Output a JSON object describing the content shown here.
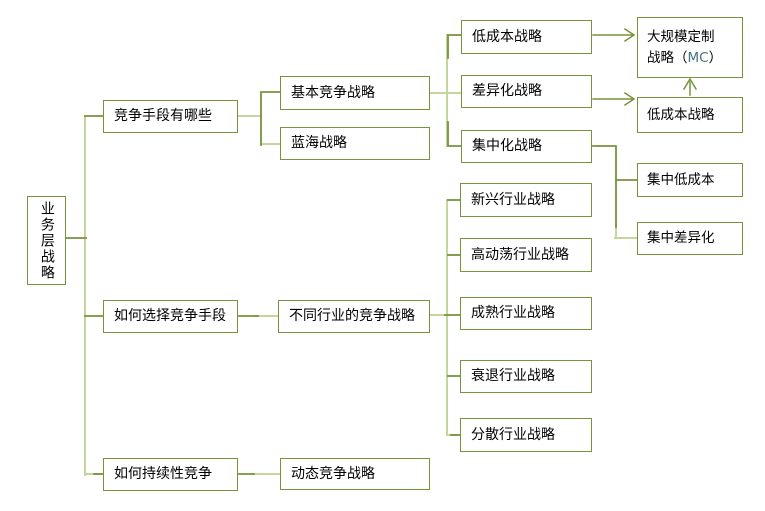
{
  "diagram": {
    "type": "mindmap-tree",
    "colors": {
      "background": "#ffffff",
      "box_border": "#77933c",
      "connector_dark": "#77933c",
      "connector_light": "#c3d69b",
      "text": "#000000",
      "mc_letters": "#4a7183"
    },
    "nodes": {
      "root": {
        "label": "业务层战略"
      },
      "q1": {
        "label": "竞争手段有哪些"
      },
      "q2": {
        "label": "如何选择竞争手段"
      },
      "q3": {
        "label": "如何持续性竞争"
      },
      "basic": {
        "label": "基本竞争战略"
      },
      "blueocean": {
        "label": "蓝海战略"
      },
      "industry": {
        "label": "不同行业的竞争战略"
      },
      "dynamic": {
        "label": "动态竞争战略"
      },
      "lowcost": {
        "label": "低成本战略"
      },
      "diff": {
        "label": "差异化战略"
      },
      "focus": {
        "label": "集中化战略"
      },
      "emerging": {
        "label": "新兴行业战略"
      },
      "turbulent": {
        "label": "高动荡行业战略"
      },
      "mature": {
        "label": "成熟行业战略"
      },
      "declining": {
        "label": "衰退行业战略"
      },
      "fragmented": {
        "label": "分散行业战略"
      },
      "mc": {
        "label": "大规模定制战略（MC）",
        "line1": "大规模定制",
        "line2_pre": "战略（",
        "line2_mc": "MC",
        "line2_post": "）"
      },
      "lowcost2": {
        "label": "低成本战略"
      },
      "focus_low": {
        "label": "集中低成本"
      },
      "focus_diff": {
        "label": "集中差异化"
      }
    },
    "edges": [
      {
        "from": "root",
        "to": "q1"
      },
      {
        "from": "root",
        "to": "q2"
      },
      {
        "from": "root",
        "to": "q3"
      },
      {
        "from": "q1",
        "to": "basic"
      },
      {
        "from": "q1",
        "to": "blueocean"
      },
      {
        "from": "basic",
        "to": "lowcost"
      },
      {
        "from": "basic",
        "to": "diff"
      },
      {
        "from": "basic",
        "to": "focus"
      },
      {
        "from": "lowcost",
        "to": "mc",
        "arrow": true
      },
      {
        "from": "diff",
        "to": "lowcost2",
        "arrow": true
      },
      {
        "from": "lowcost2",
        "to": "mc",
        "arrow": true
      },
      {
        "from": "focus",
        "to": "focus_low"
      },
      {
        "from": "focus",
        "to": "focus_diff"
      },
      {
        "from": "q2",
        "to": "industry"
      },
      {
        "from": "industry",
        "to": "emerging"
      },
      {
        "from": "industry",
        "to": "turbulent"
      },
      {
        "from": "industry",
        "to": "mature"
      },
      {
        "from": "industry",
        "to": "declining"
      },
      {
        "from": "industry",
        "to": "fragmented"
      },
      {
        "from": "q3",
        "to": "dynamic"
      }
    ]
  }
}
